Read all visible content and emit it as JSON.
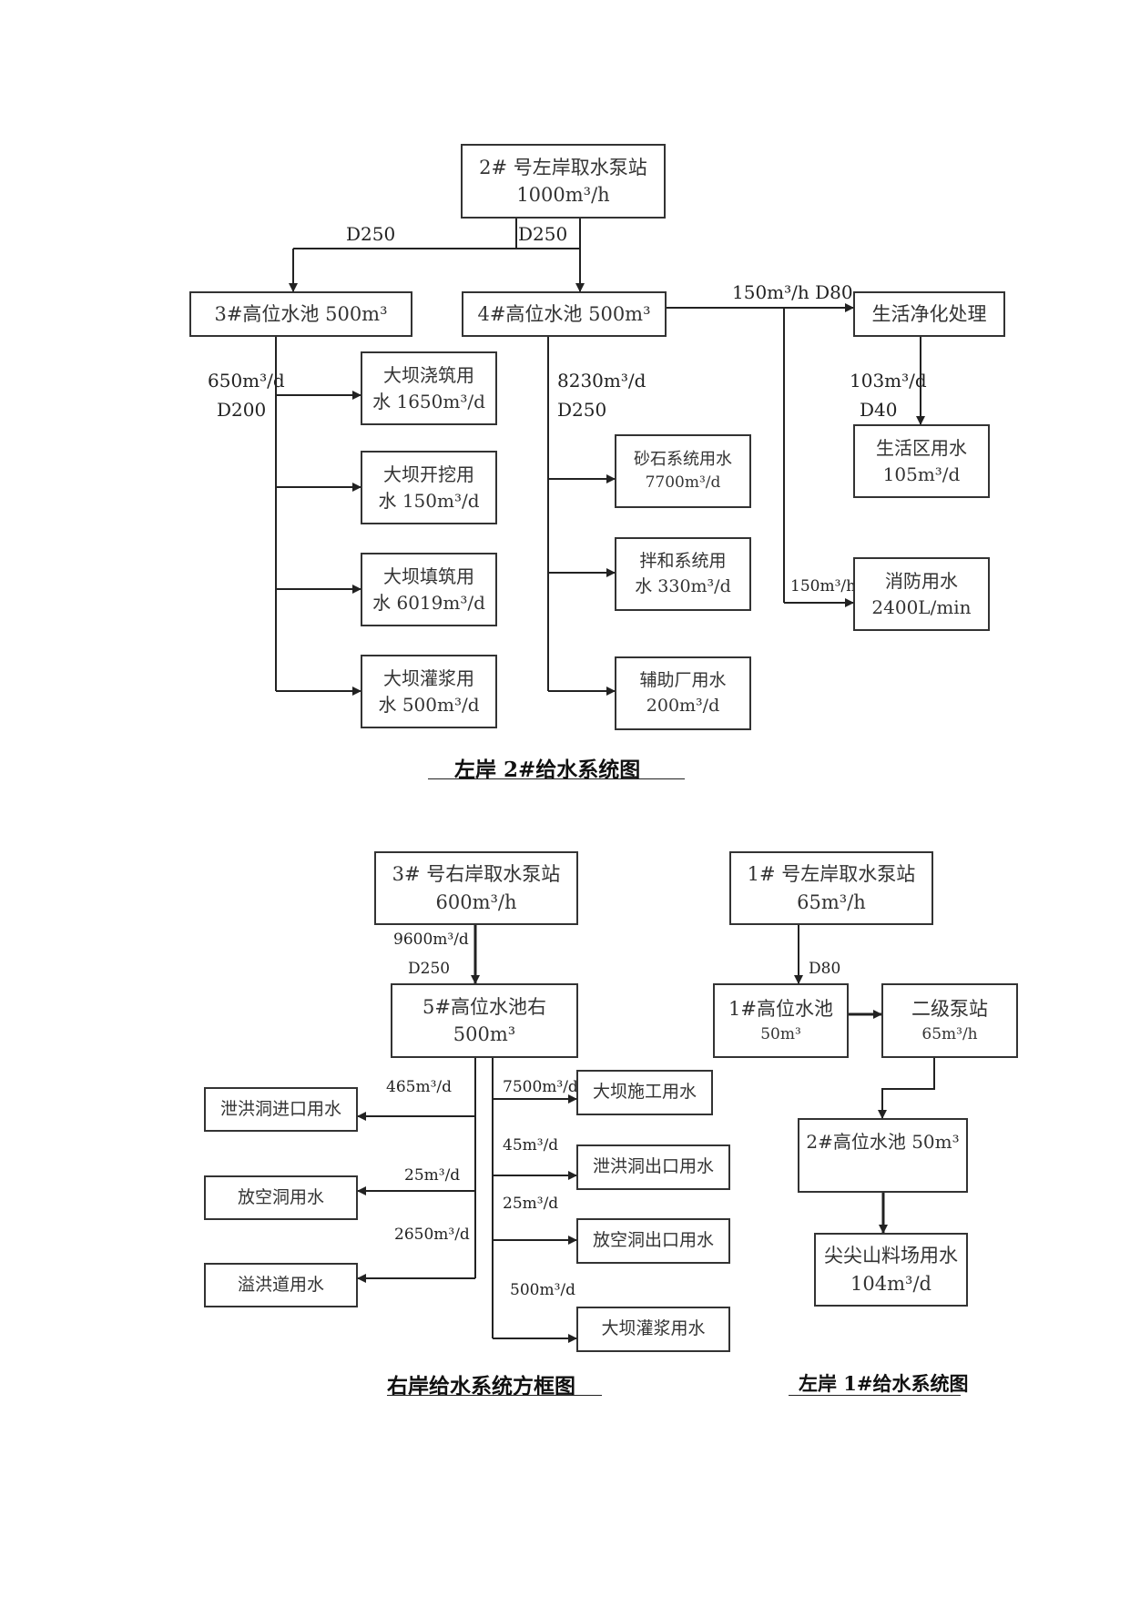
{
  "left2": {
    "pump": {
      "name": "2#  号左岸取水泵站",
      "flow": "1000m³/h"
    },
    "pipe_left": "D250",
    "pipe_right": "D250",
    "pool3": "3#高位水池 500m³",
    "pool4": "4#高位水池 500m³",
    "purify": "生活净化处理",
    "pool3_flow": "650m³/d",
    "pool3_pipe": "D200",
    "pool4_flow": "8230m³/d",
    "pool4_pipe": "D250",
    "purify_link": "150m³/h D80",
    "purify_out_flow": "103m³/d",
    "purify_out_pipe": "D40",
    "fire_flow": "150m³/h",
    "dam": [
      {
        "a": "大坝浇筑用",
        "b": "水 1650m³/d"
      },
      {
        "a": "大坝开挖用",
        "b": "水 150m³/d"
      },
      {
        "a": "大坝填筑用",
        "b": "水 6019m³/d"
      },
      {
        "a": "大坝灌浆用",
        "b": "水 500m³/d"
      }
    ],
    "mid": [
      {
        "a": "砂石系统用水",
        "b": "7700m³/d"
      },
      {
        "a": "拌和系统用",
        "b": "水 330m³/d"
      },
      {
        "a": "辅助厂用水",
        "b": "200m³/d"
      }
    ],
    "living": {
      "a": "生活区用水",
      "b": "105m³/d"
    },
    "fire": {
      "a": "消防用水",
      "b": "2400L/min"
    },
    "title": "左岸 2#给水系统图"
  },
  "right": {
    "pump": {
      "name": "3#  号右岸取水泵站",
      "flow": "600m³/h"
    },
    "link_flow": "9600m³/d",
    "link_pipe": "D250",
    "pool5": {
      "a": "5#高位水池右",
      "b": "500m³"
    },
    "left_branches": [
      {
        "flow": "465m³/d",
        "name": "泄洪洞进口用水"
      },
      {
        "flow": "25m³/d",
        "name": "放空洞用水"
      },
      {
        "flow": "2650m³/d",
        "name": "溢洪道用水"
      }
    ],
    "right_branches": [
      {
        "flow": "7500m³/d",
        "name": "大坝施工用水"
      },
      {
        "flow": "45m³/d",
        "name": "泄洪洞出口用水"
      },
      {
        "flow": "25m³/d",
        "name": "放空洞出口用水"
      },
      {
        "flow": "500m³/d",
        "name": "大坝灌浆用水"
      }
    ],
    "title": "右岸给水系统方框图"
  },
  "left1": {
    "pump": {
      "name": "1#  号左岸取水泵站",
      "flow": "65m³/h"
    },
    "pipe": "D80",
    "pool1": {
      "a": "1#高位水池",
      "b": "50m³"
    },
    "booster": {
      "a": "二级泵站",
      "b": "65m³/h"
    },
    "pool2": "2#高位水池  50m³",
    "quarry": {
      "a": "尖尖山料场用水",
      "b": "104m³/d"
    },
    "title": "左岸 1#给水系统图"
  }
}
